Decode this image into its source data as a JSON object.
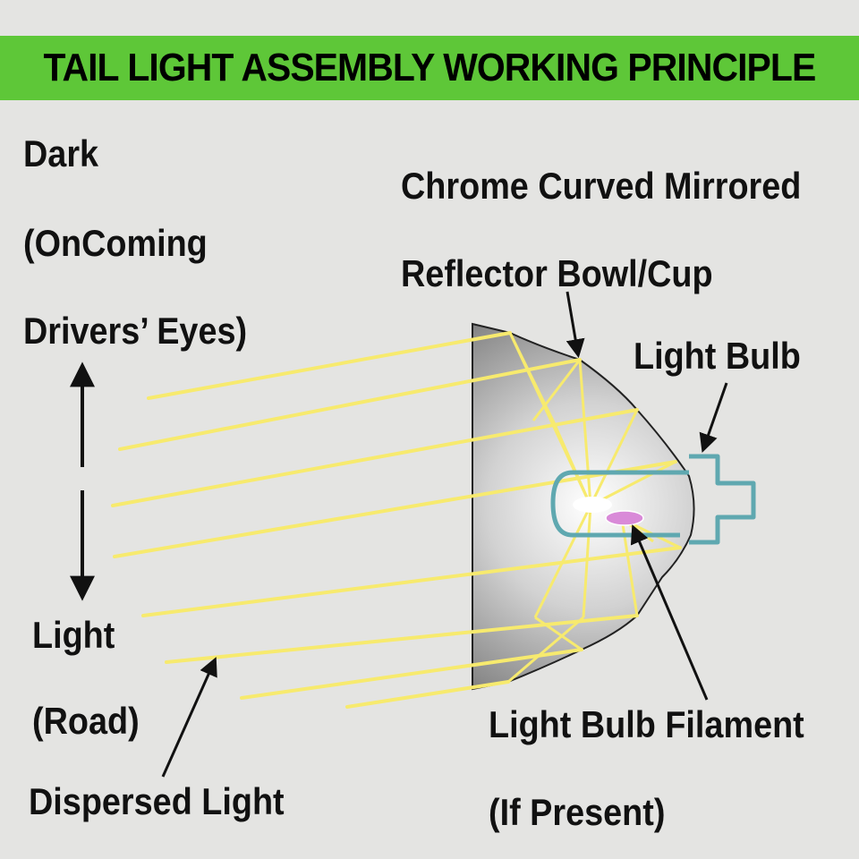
{
  "title": "TAIL LIGHT ASSEMBLY WORKING PRINCIPLE",
  "labels": {
    "dark_line1": "Dark",
    "dark_line2": "(OnComing",
    "dark_line3": "Drivers’ Eyes)",
    "light_line1": "Light",
    "light_line2": "(Road)",
    "dispersed": "Dispersed Light",
    "reflector_line1": "Chrome Curved Mirrored",
    "reflector_line2": "Reflector Bowl/Cup",
    "bulb": "Light Bulb",
    "filament_line1": "Light Bulb Filament",
    "filament_line2": "(If Present)"
  },
  "colors": {
    "banner": "#5ec738",
    "rays": "#f7ea6e",
    "bulb_outline": "#5fa8b0",
    "filament": "#d98ad8"
  }
}
